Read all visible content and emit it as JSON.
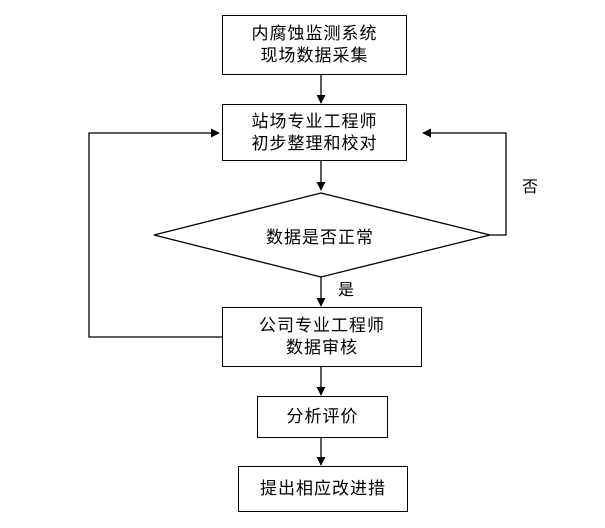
{
  "diagram": {
    "nodes": {
      "collect": {
        "lines": [
          "内腐蚀监测系统",
          "现场数据采集"
        ]
      },
      "site_review": {
        "lines": [
          "站场专业工程师",
          "初步整理和校对"
        ]
      },
      "decision": {
        "label": "数据是否正常"
      },
      "company_review": {
        "lines": [
          "公司专业工程师",
          "数据审核"
        ]
      },
      "analysis": {
        "lines": [
          "分析评价"
        ]
      },
      "improve": {
        "lines": [
          "提出相应改进措"
        ]
      }
    },
    "edge_labels": {
      "no": "否",
      "yes": "是"
    }
  }
}
